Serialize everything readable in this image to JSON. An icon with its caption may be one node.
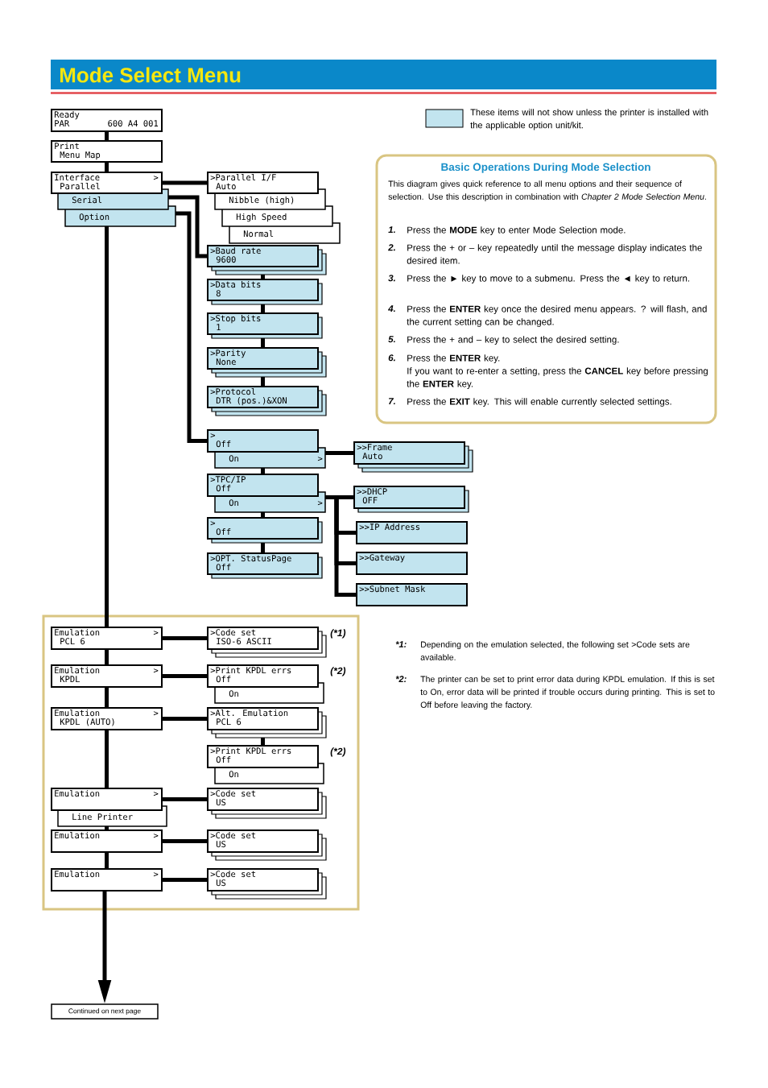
{
  "diagram": {
    "title": "Mode Select Menu",
    "nodes": [
      {
        "text": [
          "Ready",
          "PAR",
          "600 A4 001"
        ]
      },
      {
        "text": [
          "Print",
          "Menu Map"
        ]
      },
      {
        "text": [
          "Interface",
          ">",
          "Parallel"
        ]
      },
      {
        "text": [
          "Serial"
        ]
      },
      {
        "text": [
          "Option"
        ]
      },
      {
        "text": [
          ">Parallel I/F",
          "Auto"
        ]
      },
      {
        "text": [
          "Nibble (high)"
        ]
      },
      {
        "text": [
          "High Speed"
        ]
      },
      {
        "text": [
          "Normal"
        ]
      },
      {
        "text": [
          ">Baud rate",
          "9600"
        ]
      },
      {
        "text": [
          ">Data bits",
          "8"
        ]
      },
      {
        "text": [
          ">Stop bits",
          "1"
        ]
      },
      {
        "text": [
          ">Parity",
          "None"
        ]
      },
      {
        "text": [
          ">Protocol",
          "DTR (pos.)&XON"
        ]
      },
      {
        "text": [
          ">",
          "Off"
        ]
      },
      {
        "text": [
          "On",
          ">"
        ]
      },
      {
        "text": [
          ">>Frame",
          "Auto"
        ]
      },
      {
        "text": [
          ">TPC/IP",
          "Off"
        ]
      },
      {
        "text": [
          "On",
          ">"
        ]
      },
      {
        "text": [
          ">>DHCP",
          "OFF"
        ]
      },
      {
        "text": [
          ">>IP Address"
        ]
      },
      {
        "text": [
          ">>Gateway"
        ]
      },
      {
        "text": [
          ">>Subnet Mask"
        ]
      },
      {
        "text": [
          ">",
          "Off"
        ]
      },
      {
        "text": [
          ">OPT. StatusPage",
          "Off"
        ]
      },
      {
        "text": [],
        "shape": "box"
      },
      {
        "text": [
          "Emulation",
          ">",
          "PCL 6"
        ],
        "in": 25
      },
      {
        "text": [
          ">Code set",
          "ISO-6 ASCII"
        ],
        "beside": [
          "(*1)"
        ],
        "in": 25
      },
      {
        "text": [
          "Emulation",
          ">",
          "KPDL"
        ],
        "in": 25
      },
      {
        "text": [
          ">Print KPDL errs",
          "Off"
        ],
        "beside": [
          "(*2)"
        ],
        "in": 25
      },
      {
        "text": [
          "On"
        ],
        "in": 25
      },
      {
        "text": [
          "Emulation",
          ">",
          "KPDL (AUTO)"
        ],
        "in": 25
      },
      {
        "text": [
          ">Alt. Emulation",
          "PCL 6"
        ],
        "in": 25
      },
      {
        "text": [
          ">Print KPDL errs",
          "Off"
        ],
        "beside": [
          "(*2)"
        ],
        "in": 25
      },
      {
        "text": [
          "On"
        ],
        "in": 25
      },
      {
        "text": [
          "Emulation",
          ">"
        ],
        "in": 25
      },
      {
        "text": [
          "Line Printer"
        ],
        "in": 25
      },
      {
        "text": [
          ">Code set",
          "US"
        ],
        "in": 25
      },
      {
        "text": [
          "Emulation",
          ">"
        ],
        "in": 25
      },
      {
        "text": [
          ">Code set",
          "US"
        ],
        "in": 25
      },
      {
        "text": [
          "Emulation",
          ">"
        ],
        "in": 25
      },
      {
        "text": [
          ">Code set",
          "US"
        ],
        "in": 25
      },
      {
        "text": [
          "Continued on next page"
        ]
      },
      {
        "text": [
          "Basic Operations During Mode Selection",
          "This diagram gives quick reference to all menu options and their sequence of selection. Use this description in combination with *Chapter 2 Mode Selection Menu*.",
          "1.",
          "Press the **MODE** key to enter Mode Selection mode.",
          "2.",
          "Press the + or – key repeatedly until the message display indicates the desired item.",
          "3.",
          "Press the ► key to move to a submenu. Press the ◄ key to return.",
          "4.",
          "Press the **ENTER** key once the desired menu appears. ? will flash, and the current setting can be changed.",
          "5.",
          "Press the + and – key to select the desired setting.",
          "6.",
          "Press the **ENTER** key.",
          "If you want to re-enter a setting, press the **CANCEL** key before pressing the **ENTER** key.",
          "7.",
          "Press the **EXIT** key. This will enable currently selected settings."
        ]
      }
    ],
    "edges": [
      {
        "from": 0,
        "to": 1,
        "arrow": "none"
      },
      {
        "from": 1,
        "to": 2,
        "arrow": "none"
      },
      {
        "from": 2,
        "to": 5,
        "arrow": "none"
      },
      {
        "from": 3,
        "to": 9,
        "arrow": "none"
      },
      {
        "from": 9,
        "to": 10,
        "arrow": "none"
      },
      {
        "from": 10,
        "to": 11,
        "arrow": "none"
      },
      {
        "from": 11,
        "to": 12,
        "arrow": "none"
      },
      {
        "from": 12,
        "to": 13,
        "arrow": "none"
      },
      {
        "from": 4,
        "to": 14,
        "arrow": "none"
      },
      {
        "from": 15,
        "to": 16,
        "arrow": "none"
      },
      {
        "from": 15,
        "to": 17,
        "arrow": "none"
      },
      {
        "from": 18,
        "to": 19,
        "arrow": "none"
      },
      {
        "from": 18,
        "to": 20,
        "arrow": "none"
      },
      {
        "from": 18,
        "to": 21,
        "arrow": "none"
      },
      {
        "from": 18,
        "to": 22,
        "arrow": "none"
      },
      {
        "from": 18,
        "to": 23,
        "arrow": "none"
      },
      {
        "from": 23,
        "to": 24,
        "arrow": "none"
      },
      {
        "from": 4,
        "to": 26,
        "arrow": "none"
      },
      {
        "from": 26,
        "to": 27,
        "arrow": "none"
      },
      {
        "from": 26,
        "to": 28,
        "arrow": "none"
      },
      {
        "from": 28,
        "to": 29,
        "arrow": "none"
      },
      {
        "from": 28,
        "to": 31,
        "arrow": "none"
      },
      {
        "from": 31,
        "to": 32,
        "arrow": "none"
      },
      {
        "from": 32,
        "to": 33,
        "arrow": "none"
      },
      {
        "from": 31,
        "to": 35,
        "arrow": "none"
      },
      {
        "from": 35,
        "to": 37,
        "arrow": "none"
      },
      {
        "from": 36,
        "to": 38,
        "arrow": "none"
      },
      {
        "from": 38,
        "to": 39,
        "arrow": "none"
      },
      {
        "from": 38,
        "to": 40,
        "arrow": "none"
      },
      {
        "from": 40,
        "to": 41,
        "arrow": "none"
      },
      {
        "from": 40,
        "to": 42,
        "arrow": "to"
      }
    ],
    "labels": [
      "*1:",
      "Depending on the emulation selected, the following set >Code sets are available.",
      "*2:",
      "The printer can be set to print error data during KPDL emulation. If this is set to On, error data will be printed if trouble occurs during printing. This is set to Off before leaving the factory."
    ],
    "legend": [
      {
        "text": "These items will not show unless the printer is installed with the applicable option unit/kit.",
        "color": "#c2e4ef"
      }
    ]
  }
}
